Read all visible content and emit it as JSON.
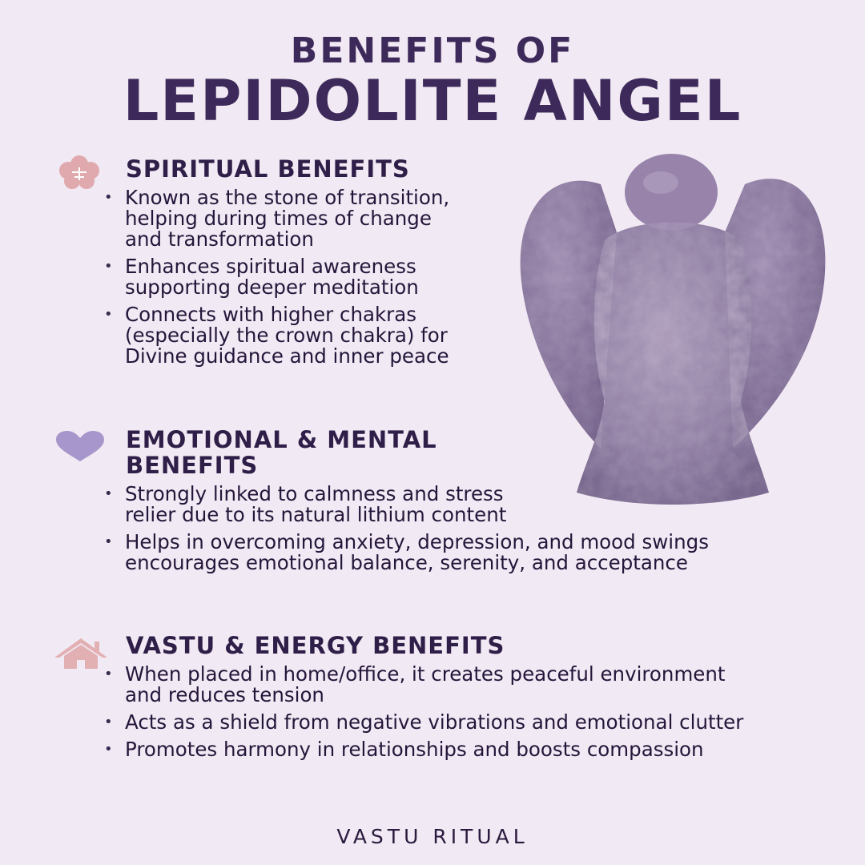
{
  "title": {
    "line1": "BENEFITS OF",
    "line2": "LEPIDOLITE ANGEL"
  },
  "sections": [
    {
      "icon": "flower-icon",
      "heading": "SPIRITUAL BENEFITS",
      "bullets": [
        "Known as the stone of transition, helping during times of change and transformation",
        "Enhances spiritual awareness supporting deeper meditation",
        "Connects with higher chakras (especially the crown chakra) for Divine guidance and inner peace"
      ]
    },
    {
      "icon": "heart-icon",
      "heading_line1": "EMOTIONAL & MENTAL",
      "heading_line2": "BENEFITS",
      "bullets": [
        "Strongly linked to calmness and stress relier due to its natural lithium content",
        "Helps in overcoming anxiety, depression, and mood swings encourages emotional balance, serenity, and acceptance"
      ]
    },
    {
      "icon": "house-icon",
      "heading": "VASTU & ENERGY BENEFITS",
      "bullets": [
        "When placed in home/office, it creates peaceful environment and reduces tension",
        "Acts as a shield from negative vibrations and emotional clutter",
        "Promotes harmony in relationships and boosts compassion"
      ]
    }
  ],
  "image": {
    "subject": "lepidolite-angel-figurine"
  },
  "footer": {
    "brand": "VASTU RITUAL"
  },
  "colors": {
    "background": "#f1e9f3",
    "heading": "#3d2a5a",
    "flower_icon": "#e0a9ae",
    "heart_icon": "#a796cc",
    "house_icon": "#e2b0b3",
    "stone": "#8e7aa3"
  }
}
